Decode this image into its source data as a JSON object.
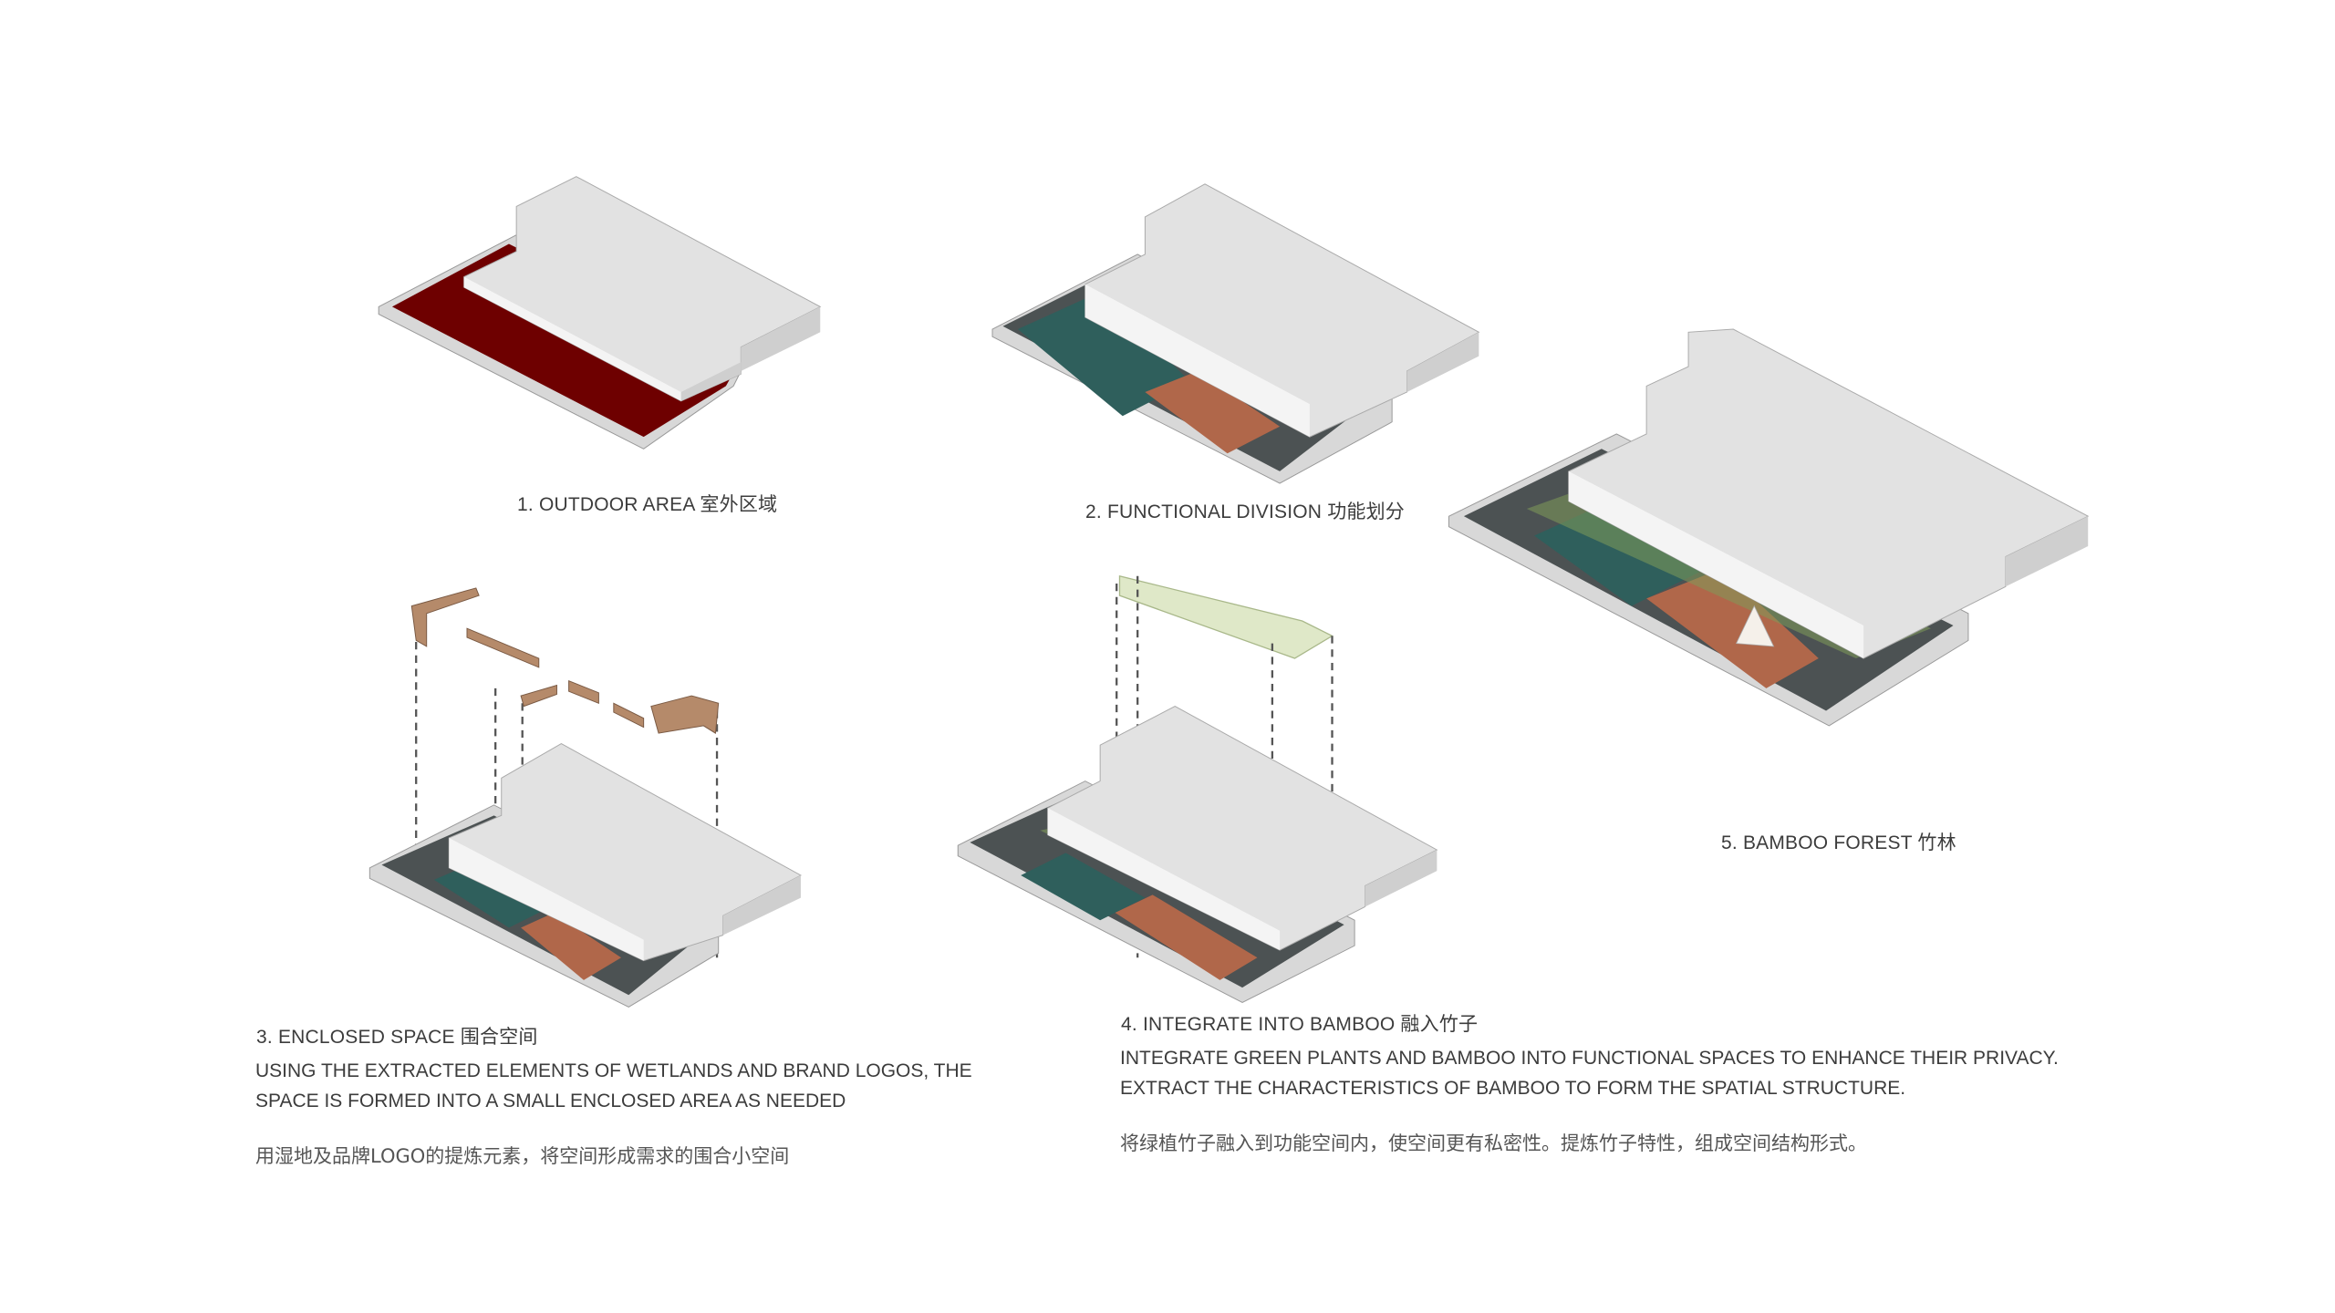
{
  "steps": [
    {
      "label": "1. OUTDOOR AREA 室外区域"
    },
    {
      "label": "2. FUNCTIONAL DIVISION 功能划分"
    },
    {
      "label": "3. ENCLOSED SPACE 围合空间",
      "desc_en": [
        "USING THE EXTRACTED ELEMENTS OF WETLANDS AND BRAND LOGOS, THE",
        "SPACE IS FORMED INTO A SMALL ENCLOSED AREA AS NEEDED"
      ],
      "desc_cn": "用湿地及品牌LOGO的提炼元素，将空间形成需求的围合小空间"
    },
    {
      "label": "4. INTEGRATE INTO BAMBOO 融入竹子",
      "desc_en": [
        "INTEGRATE GREEN PLANTS AND BAMBOO INTO FUNCTIONAL SPACES TO ENHANCE THEIR PRIVACY.",
        "EXTRACT THE CHARACTERISTICS OF BAMBOO TO FORM THE SPATIAL STRUCTURE."
      ],
      "desc_cn": "将绿植竹子融入到功能空间内，使空间更有私密性。提炼竹子特性，组成空间结构形式。"
    },
    {
      "label": "5. BAMBOO FOREST 竹林"
    }
  ],
  "colors": {
    "outdoor": "#6e0000",
    "court": "#2f5f5c",
    "deck": "#b0674a",
    "paving": "#4c5253",
    "building": "#dcdcdc",
    "green": "#7f9a5a"
  }
}
